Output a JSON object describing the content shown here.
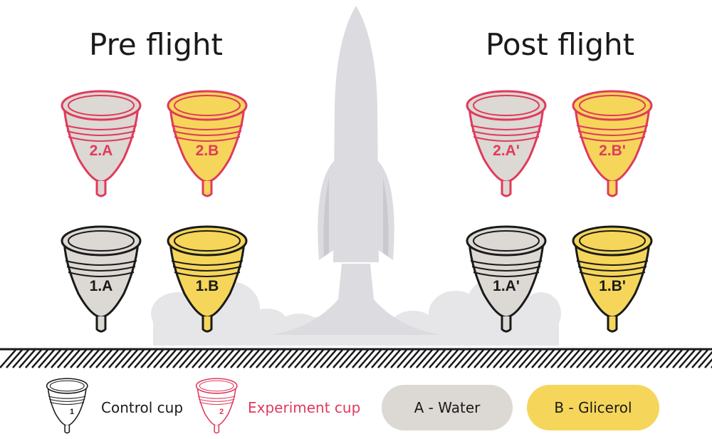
{
  "titles": {
    "pre": "Pre flight",
    "post": "Post flight"
  },
  "cups": {
    "pre_2a": {
      "label": "2.A"
    },
    "pre_2b": {
      "label": "2.B"
    },
    "pre_1a": {
      "label": "1.A"
    },
    "pre_1b": {
      "label": "1.B"
    },
    "post_2a": {
      "label": "2.A'"
    },
    "post_2b": {
      "label": "2.B'"
    },
    "post_1a": {
      "label": "1.A'"
    },
    "post_1b": {
      "label": "1.B'"
    }
  },
  "legend": {
    "control": {
      "label": "Control cup",
      "number": "1"
    },
    "experiment": {
      "label": "Experiment cup",
      "number": "2"
    },
    "water": "A - Water",
    "glicerol": "B - Glicerol"
  },
  "colors": {
    "control_outline": "#1a1a1a",
    "experiment_outline": "#e03a5c",
    "water_fill": "#dcd8d3",
    "glicerol_fill": "#f5d65a",
    "rocket": "#dcdce0",
    "smoke": "#e6e6e8"
  }
}
